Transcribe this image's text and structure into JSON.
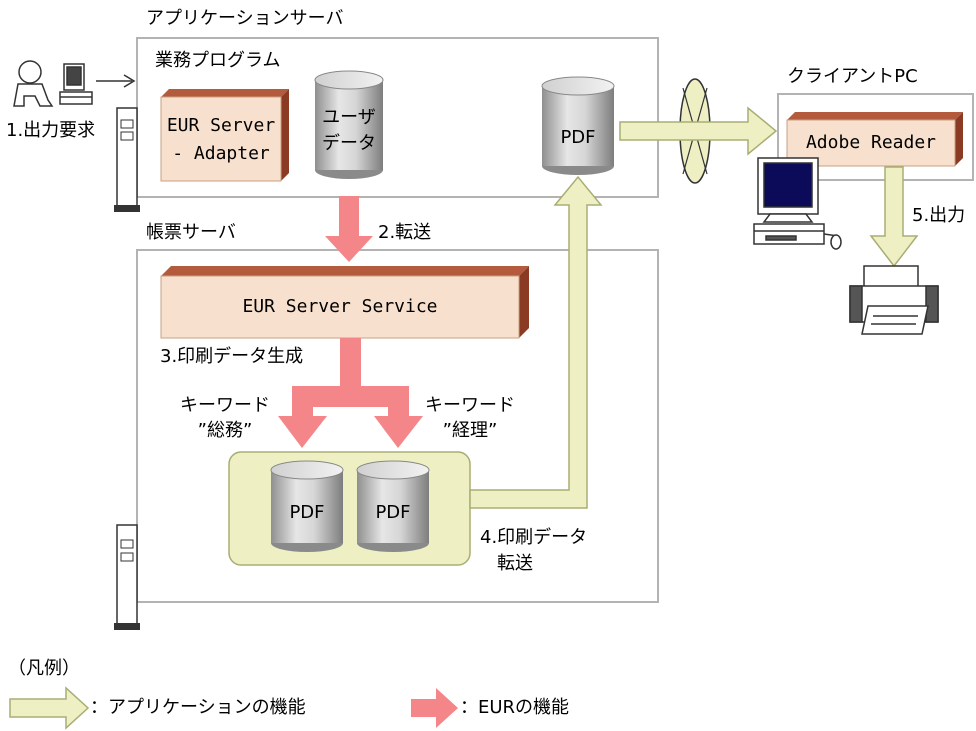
{
  "diagram": {
    "app_server": {
      "title": "アプリケーションサーバ",
      "section": "業務プログラム"
    },
    "client_pc": {
      "title": "クライアントPC",
      "reader": "Adobe Reader"
    },
    "form_server": {
      "title": "帳票サーバ",
      "service": "EUR Server Service"
    },
    "adapter": {
      "line1": "EUR Server",
      "line2": "- Adapter"
    },
    "user_data": {
      "line1": "ユーザ",
      "line2": "データ"
    },
    "pdf_label": "PDF",
    "steps": {
      "s1": "1.出力要求",
      "s2": "2.転送",
      "s3": "3.印刷データ生成",
      "s4_line1": "4.印刷データ",
      "s4_line2": "転送",
      "s5": "5.出力"
    },
    "keywords": {
      "left_line1": "キーワード",
      "left_line2": "”総務”",
      "right_line1": "キーワード",
      "right_line2": "”経理”"
    },
    "legend": {
      "title": "（凡例）",
      "app_function": "：アプリケーションの機能",
      "eur_function": "：EURの機能"
    }
  },
  "colors": {
    "app_arrow_fill": "#eef0c4",
    "app_arrow_stroke": "#a9ad73",
    "eur_arrow": "#f4868a",
    "box_face": "#f7e0cd",
    "pdf_group_bg": "#eef0c4",
    "frame": "#b3b3b3"
  }
}
